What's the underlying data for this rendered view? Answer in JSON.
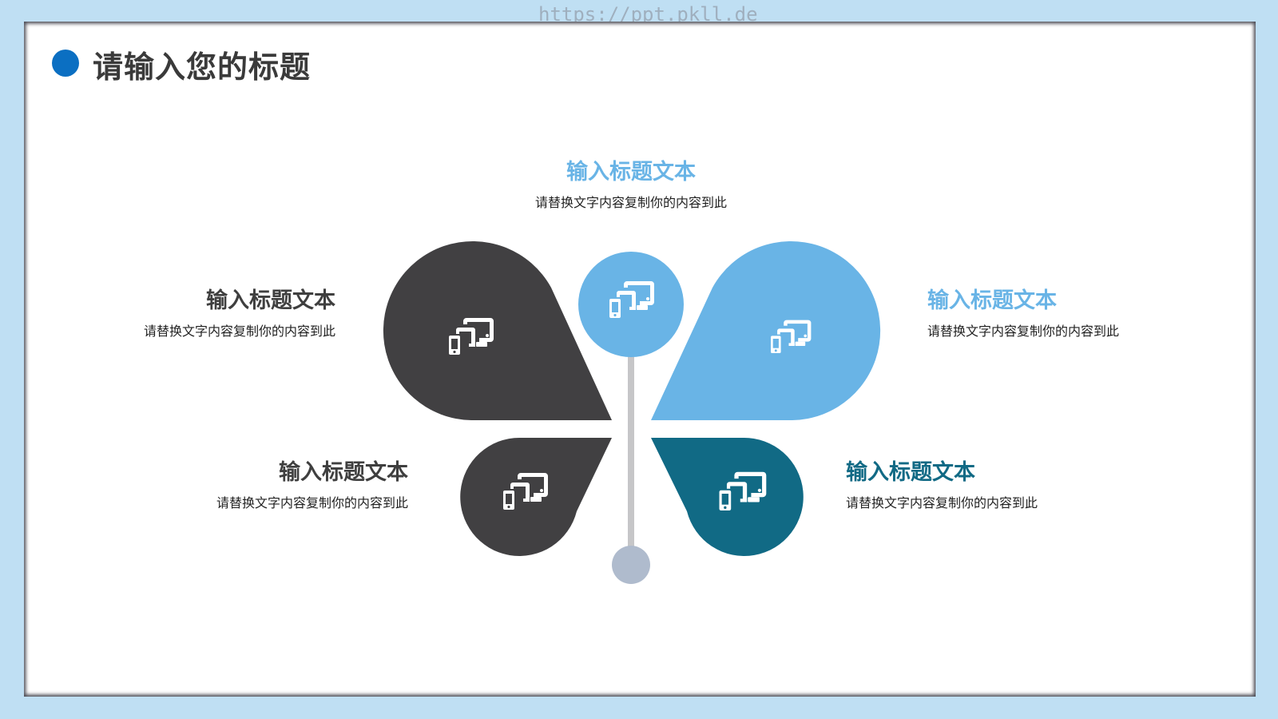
{
  "watermark": "https://ppt.pkll.de",
  "slide": {
    "title": "请输入您的标题",
    "accent_color": "#0b6fc2"
  },
  "colors": {
    "dark": "#414042",
    "light_blue": "#69b4e6",
    "teal": "#116a85",
    "stem": "#c6c6c8",
    "stem_dot": "#afbbcd",
    "dark_text": "#3f3f3f"
  },
  "items": [
    {
      "position": "top",
      "title": "输入标题文本",
      "description": "请替换文字内容复制你的内容到此",
      "color": "#69b4e6",
      "icon": "devices-icon"
    },
    {
      "position": "upper-left",
      "title": "输入标题文本",
      "description": "请替换文字内容复制你的内容到此",
      "color": "#414042",
      "icon": "devices-icon"
    },
    {
      "position": "upper-right",
      "title": "输入标题文本",
      "description": "请替换文字内容复制你的内容到此",
      "color": "#69b4e6",
      "icon": "devices-icon"
    },
    {
      "position": "lower-left",
      "title": "输入标题文本",
      "description": "请替换文字内容复制你的内容到此",
      "color": "#414042",
      "icon": "devices-icon"
    },
    {
      "position": "lower-right",
      "title": "输入标题文本",
      "description": "请替换文字内容复制你的内容到此",
      "color": "#116a85",
      "icon": "devices-icon"
    }
  ]
}
